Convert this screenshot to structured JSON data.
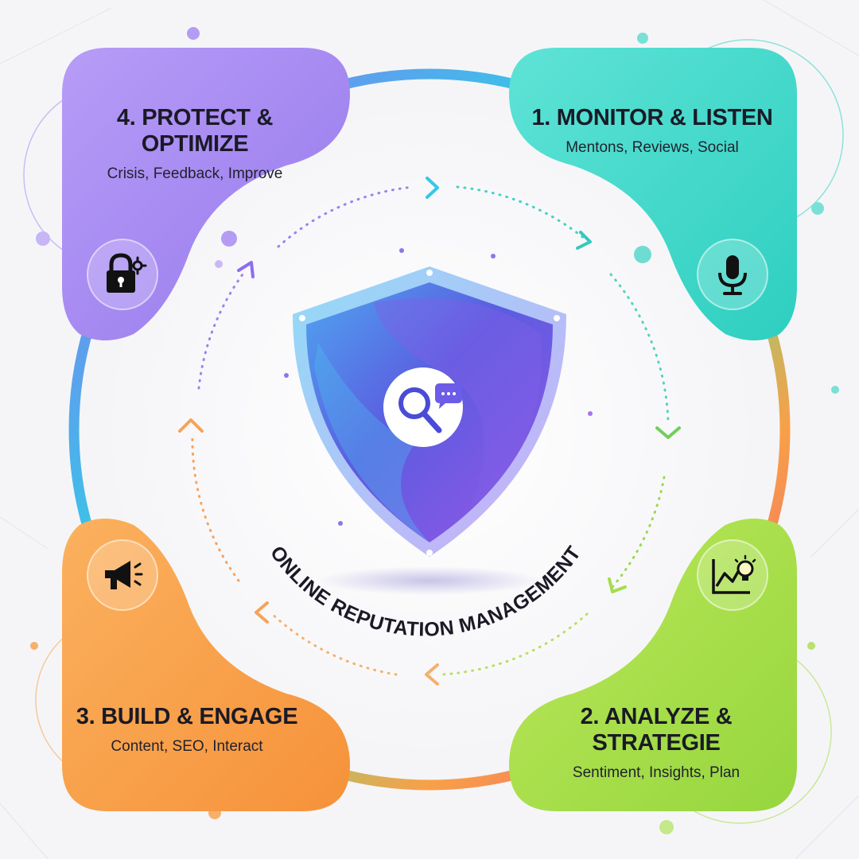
{
  "hub": {
    "title": "ONLINE REPUTATION MANAGEMENT",
    "icon": "search-chat-icon"
  },
  "stages": {
    "monitor": {
      "title": "1. MONITOR & LISTEN",
      "subtitle": "Mentons, Reviews, Social",
      "color": "#3fd9cc",
      "icon": "microphone-icon"
    },
    "analyze": {
      "title": "2. ANALYZE & STRATEGIE",
      "subtitle": "Sentiment, Insights, Plan",
      "color": "#a6dd4c",
      "icon": "chart-lightbulb-icon"
    },
    "build": {
      "title": "3. BUILD & ENGAGE",
      "subtitle": "Content, SEO, Interact",
      "color": "#f8a048",
      "icon": "megaphone-icon"
    },
    "protect": {
      "title": "4. PROTECT & OPTIMIZE",
      "subtitle": "Crisis, Feedback, Improve",
      "color": "#a98cf0",
      "icon": "lock-gear-icon"
    }
  }
}
